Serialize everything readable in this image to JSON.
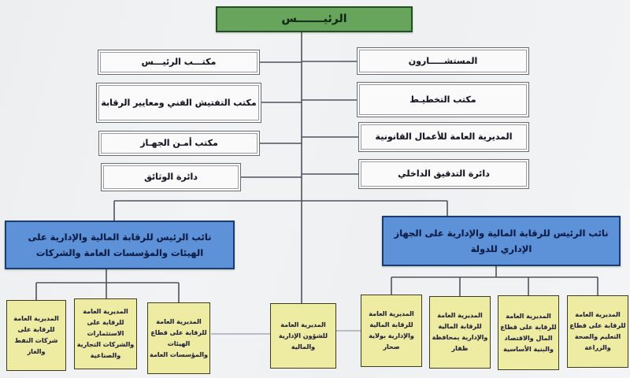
{
  "meta": {
    "description": "Scanned Arabic organizational chart with president, offices, two deputies and directorates"
  },
  "colors": {
    "background": "#f0f1f3",
    "root_fill": "#68a55c",
    "root_border": "#234f23",
    "deputy_fill": "#5d92d9",
    "deputy_border": "#1a3c6e",
    "office_fill": "#fafafb",
    "office_border": "#6b6b6b",
    "directorate_fill": "#eeeca2",
    "directorate_border": "#3c3c20",
    "line": "#50525a"
  },
  "root": {
    "label": "الرئيـــــــس"
  },
  "left_offices": [
    {
      "label": "مكتـــب الرئيـــس"
    },
    {
      "label": "مكتب التفتيش الفني ومعايير الرقابة"
    },
    {
      "label": "مكتب أمـن الجهـاز"
    },
    {
      "label": "دائرة الوثائق"
    }
  ],
  "right_offices": [
    {
      "label": "المستشـــــارون"
    },
    {
      "label": "مكتب التخطيـط"
    },
    {
      "label": "المديرية العامة للأعمال القانونية"
    },
    {
      "label": "دائرة التدقيق الداخلي"
    }
  ],
  "left_deputy": {
    "label": "نائب الرئيس للرقابة المالية والإدارية على الهيئات والمؤسسات العامة والشركات"
  },
  "right_deputy": {
    "label": "نائب الرئيس للرقابة المالية والإدارية على الجهاز الإداري للدولة"
  },
  "left_directorates": [
    {
      "label": "المديرية العامة للرقابة على شركات النفط والغاز"
    },
    {
      "label": "المديرية العامة للرقابة على الاستثمارات والشركات التجارية والصناعية"
    },
    {
      "label": "المديرية العامة للرقابة على قطاع الهيئات والمؤسسات العامة"
    }
  ],
  "middle_directorate": {
    "label": "المديرية العامة للشؤون الإدارية والمالية"
  },
  "right_directorates": [
    {
      "label": "المديرية العامة للرقابة المالية والإدارية بولاية صحار"
    },
    {
      "label": "المديرية العامة للرقابة المالية والإدارية بمحافظة ظفار"
    },
    {
      "label": "المديرية العامة للرقابة على قطاع المال والاقتصاد والبنية الأساسية"
    },
    {
      "label": "المديرية العامة للرقابة على قطاع التعليم والصحة والزراعة"
    }
  ]
}
